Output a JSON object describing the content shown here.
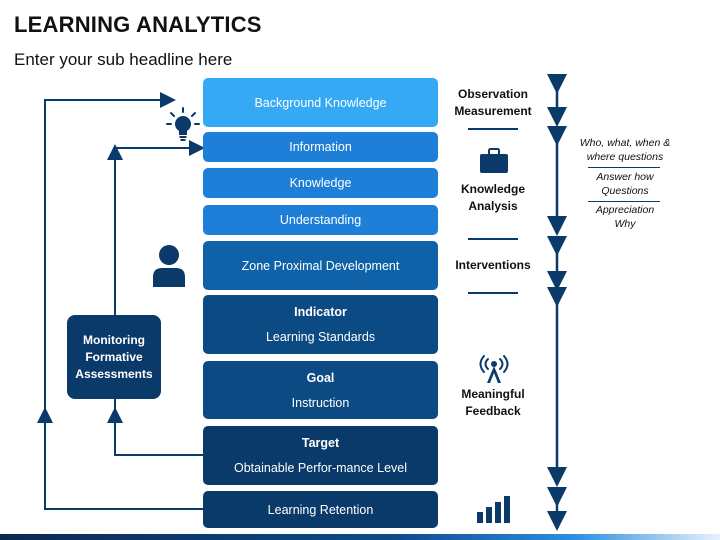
{
  "title": "LEARNING ANALYTICS",
  "subtitle": "Enter your sub headline here",
  "bars": {
    "background_knowledge": "Background Knowledge",
    "information": "Information",
    "knowledge": "Knowledge",
    "understanding": "Understanding",
    "zone": "Zone Proximal Development",
    "indicator": {
      "title": "Indicator",
      "text": "Learning Standards"
    },
    "goal": {
      "title": "Goal",
      "text": "Instruction"
    },
    "target": {
      "title": "Target",
      "text": "Obtainable Perfor-mance Level"
    },
    "retention": "Learning Retention"
  },
  "monitoring": [
    "Monitoring",
    "Formative",
    "Assessments"
  ],
  "right_labels": {
    "observation": [
      "Observation",
      "Measurement"
    ],
    "knowledge_analysis": [
      "Knowledge",
      "Analysis"
    ],
    "interventions": "Interventions",
    "feedback": [
      "Meaningful",
      "Feedback"
    ]
  },
  "notes": {
    "who": [
      "Who, what, when &",
      "where questions"
    ],
    "answer": [
      "Answer how",
      "Questions"
    ],
    "appreciation": [
      "Appreciation",
      "Why"
    ]
  },
  "icons": [
    "lightbulb-icon",
    "person-icon",
    "briefcase-icon",
    "broadcast-tower-icon",
    "bar-chart-icon",
    "double-arrow-icon"
  ],
  "colors": {
    "light_blue": "#36a9f4",
    "mid_blue": "#1e7fd8",
    "blue": "#0f62a8",
    "dark_blue": "#0c4a83",
    "navy": "#0a3a69"
  }
}
